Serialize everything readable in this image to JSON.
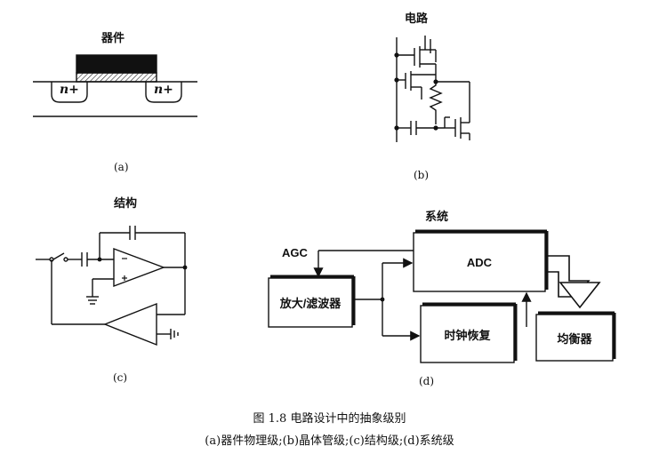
{
  "panels": {
    "a": {
      "title": "器件",
      "label": "(a)",
      "region_left": "n+",
      "region_right": "n+"
    },
    "b": {
      "title": "电路",
      "label": "(b)"
    },
    "c": {
      "title": "结构",
      "label": "(c)"
    },
    "d": {
      "title": "系统",
      "label": "(d)",
      "agc": "AGC",
      "adc": "ADC",
      "amp_filter": "放大/滤波器",
      "clock_recovery": "时钟恢复",
      "equalizer": "均衡器"
    }
  },
  "caption": {
    "line1": "图 1.8 电路设计中的抽象级别",
    "line2": "(a)器件物理级;(b)晶体管级;(c)结构级;(d)系统级"
  }
}
